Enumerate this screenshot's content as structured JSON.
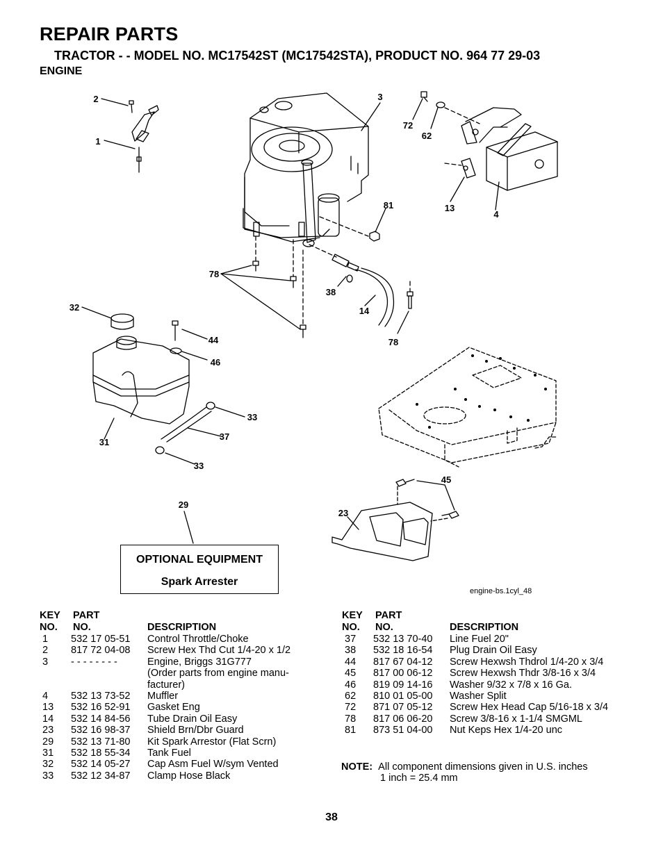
{
  "header": {
    "title": "REPAIR PARTS",
    "subtitle": "TRACTOR - - MODEL NO. MC17542ST (MC17542STA), PRODUCT NO. 964 77 29-03",
    "section": "ENGINE"
  },
  "diagram": {
    "callouts": {
      "c1": "1",
      "c2": "2",
      "c3": "3",
      "c4": "4",
      "c13": "13",
      "c14": "14",
      "c23": "23",
      "c29": "29",
      "c31": "31",
      "c32": "32",
      "c33a": "33",
      "c33b": "33",
      "c37": "37",
      "c38": "38",
      "c44": "44",
      "c45": "45",
      "c46": "46",
      "c62": "62",
      "c72": "72",
      "c78a": "78",
      "c78b": "78",
      "c81": "81"
    },
    "optional_equipment": {
      "heading": "OPTIONAL EQUIPMENT",
      "item": "Spark Arrester"
    },
    "file_ref": "engine-bs.1cyl_48"
  },
  "table_headers": {
    "key_line1": "KEY",
    "key_line2": "NO.",
    "part_line1": "PART",
    "part_line2": "NO.",
    "description": "DESCRIPTION"
  },
  "parts_left": [
    {
      "key": "1",
      "part": "532 17 05-51",
      "desc": "Control Throttle/Choke"
    },
    {
      "key": "2",
      "part": "817 72 04-08",
      "desc": "Screw Hex Thd Cut 1/4-20 x 1/2"
    },
    {
      "key": "3",
      "part": "- - - - - - - -",
      "desc": "Engine, Briggs 31G777"
    },
    {
      "key": "",
      "part": "",
      "desc": "(Order parts from engine manu-"
    },
    {
      "key": "",
      "part": "",
      "desc": "facturer)"
    },
    {
      "key": "4",
      "part": "532 13 73-52",
      "desc": "Muffler"
    },
    {
      "key": "13",
      "part": "532 16 52-91",
      "desc": "Gasket Eng"
    },
    {
      "key": "14",
      "part": "532 14 84-56",
      "desc": "Tube Drain Oil Easy"
    },
    {
      "key": "23",
      "part": "532 16 98-37",
      "desc": "Shield Brn/Dbr Guard"
    },
    {
      "key": "29",
      "part": "532 13 71-80",
      "desc": "Kit Spark Arrestor (Flat Scrn)"
    },
    {
      "key": "31",
      "part": "532 18 55-34",
      "desc": "Tank Fuel"
    },
    {
      "key": "32",
      "part": "532 14 05-27",
      "desc": "Cap Asm Fuel W/sym Vented"
    },
    {
      "key": "33",
      "part": "532 12 34-87",
      "desc": "Clamp Hose Black"
    }
  ],
  "parts_right": [
    {
      "key": "37",
      "part": "532 13 70-40",
      "desc": "Line Fuel 20\""
    },
    {
      "key": "38",
      "part": "532 18 16-54",
      "desc": "Plug Drain Oil Easy"
    },
    {
      "key": "44",
      "part": "817 67 04-12",
      "desc": "Screw Hexwsh Thdrol 1/4-20 x 3/4"
    },
    {
      "key": "45",
      "part": "817 00 06-12",
      "desc": "Screw Hexwsh Thdr 3/8-16 x 3/4"
    },
    {
      "key": "46",
      "part": "819 09 14-16",
      "desc": "Washer 9/32 x 7/8 x 16 Ga."
    },
    {
      "key": "62",
      "part": "810 01 05-00",
      "desc": "Washer Split"
    },
    {
      "key": "72",
      "part": "871 07 05-12",
      "desc": "Screw Hex Head Cap 5/16-18 x 3/4"
    },
    {
      "key": "78",
      "part": "817 06 06-20",
      "desc": "Screw 3/8-16 x 1-1/4 SMGML"
    },
    {
      "key": "81",
      "part": "873 51 04-00",
      "desc": "Nut Keps Hex  1/4-20 unc"
    }
  ],
  "note": {
    "label": "NOTE:",
    "line1": "All component dimensions given in U.S. inches",
    "line2": "1 inch = 25.4 mm"
  },
  "page_number": "38"
}
